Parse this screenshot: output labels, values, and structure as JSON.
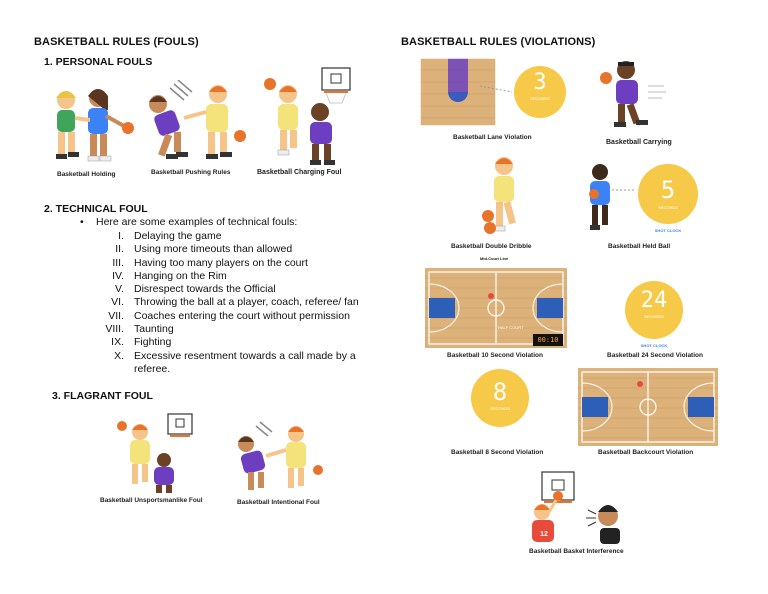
{
  "fouls": {
    "title": "BASKETBALL RULES (FOULS)",
    "personal": {
      "heading": "1.  PERSONAL FOULS",
      "captions": [
        "Basketball Holding",
        "Basketball Pushing Rules",
        "Basketball Charging Foul"
      ]
    },
    "technical": {
      "heading": "2.  TECHNICAL FOUL",
      "intro": "Here are some examples of technical fouls:",
      "items": [
        {
          "num": "I.",
          "text": "Delaying the game"
        },
        {
          "num": "II.",
          "text": "Using more timeouts than allowed"
        },
        {
          "num": "III.",
          "text": "Having too many players on the court"
        },
        {
          "num": "IV.",
          "text": "Hanging on the Rim"
        },
        {
          "num": "V.",
          "text": "Disrespect towards the Official"
        },
        {
          "num": "VI.",
          "text": "Throwing the ball at a player, coach, referee/ fan"
        },
        {
          "num": "VII.",
          "text": "Coaches entering the court without permission"
        },
        {
          "num": "VIII.",
          "text": "Taunting"
        },
        {
          "num": "IX.",
          "text": "Fighting"
        },
        {
          "num": "X.",
          "text": "Excessive resentment towards a call made by a referee."
        }
      ]
    },
    "flagrant": {
      "heading": "3.  FLAGRANT FOUL",
      "captions": [
        "Basketball Unsportsmanlike Foul",
        "Basketball Intentional Foul"
      ]
    }
  },
  "violations": {
    "title": "BASKETBALL RULES (VIOLATIONS)",
    "captions": {
      "lane": "Basketball Lane Violation",
      "carrying": "Basketball Carrying",
      "double_dribble": "Basketball Double Dribble",
      "held_ball": "Basketball Held Ball",
      "ten_second": "Basketball 10 Second Violation",
      "shot_clock": "Basketball 24 Second Violation",
      "eight_second": "Basketball 8 Second Violation",
      "backcourt": "Basketball Backcourt Violation",
      "basket_interference": "Basketball Basket Interference"
    },
    "badges": {
      "lane_num": "3",
      "lane_unit": "SECONDS",
      "held_num": "5",
      "held_unit": "SECONDS",
      "held_label": "SHOT CLOCK",
      "shot_num": "24",
      "shot_unit": "SECONDS",
      "shot_label": "SHOT CLOCK",
      "eight_num": "8",
      "eight_unit": "SECONDS"
    },
    "court_labels": {
      "mid_court": "Mid-Court Line",
      "half_court": "HALF COURT",
      "timer": "00:10"
    },
    "jersey_number": "12"
  },
  "colors": {
    "gold": "#f7c948",
    "wood": "#dcb27a",
    "blue_team": "#3b82f6",
    "purple_team": "#6d3fc0",
    "yellow_team": "#f4e27a"
  }
}
